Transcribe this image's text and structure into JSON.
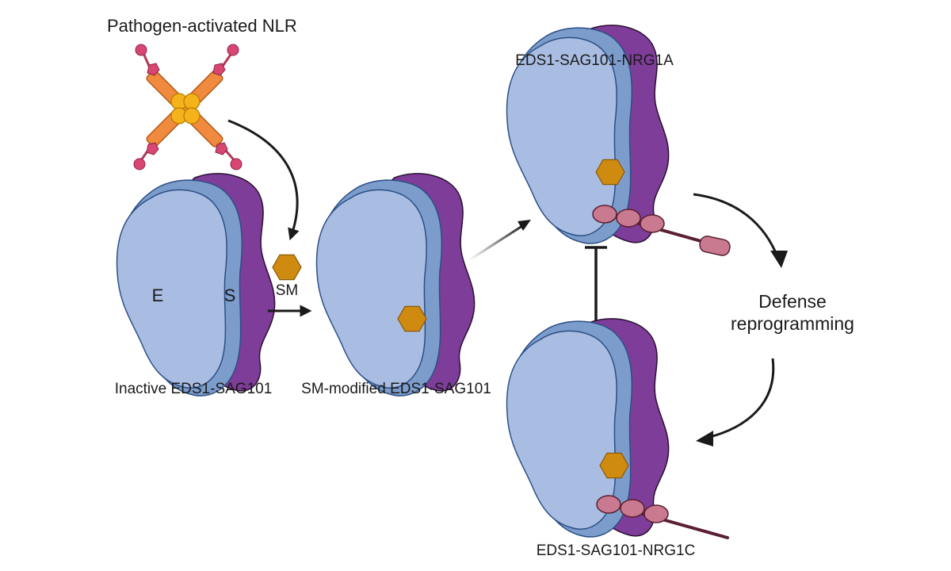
{
  "labels": {
    "pathogen_nlr": "Pathogen-activated NLR",
    "inactive_complex": "Inactive EDS1-SAG101",
    "sm_modified_complex": "SM-modified EDS1-SAG101",
    "nrg1a_complex": "EDS1-SAG101-NRG1A",
    "nrg1c_complex": "EDS1-SAG101-NRG1C",
    "small_molecule": "SM",
    "eds1_letter": "E",
    "sag101_letter": "S",
    "defense_line1": "Defense",
    "defense_line2": "reprogramming"
  },
  "colors": {
    "eds1_front": "#a9bde3",
    "eds1_back": "#7c9dcc",
    "sag101": "#7e3d98",
    "small_molecule": "#cf8a10",
    "nlr_rod": "#f08a3e",
    "nlr_core": "#f6b21a",
    "nlr_tip": "#d84672",
    "nrg1": "#c97a90",
    "nrg1_tail": "#5a1f32",
    "arrow": "#1a1a1a"
  }
}
